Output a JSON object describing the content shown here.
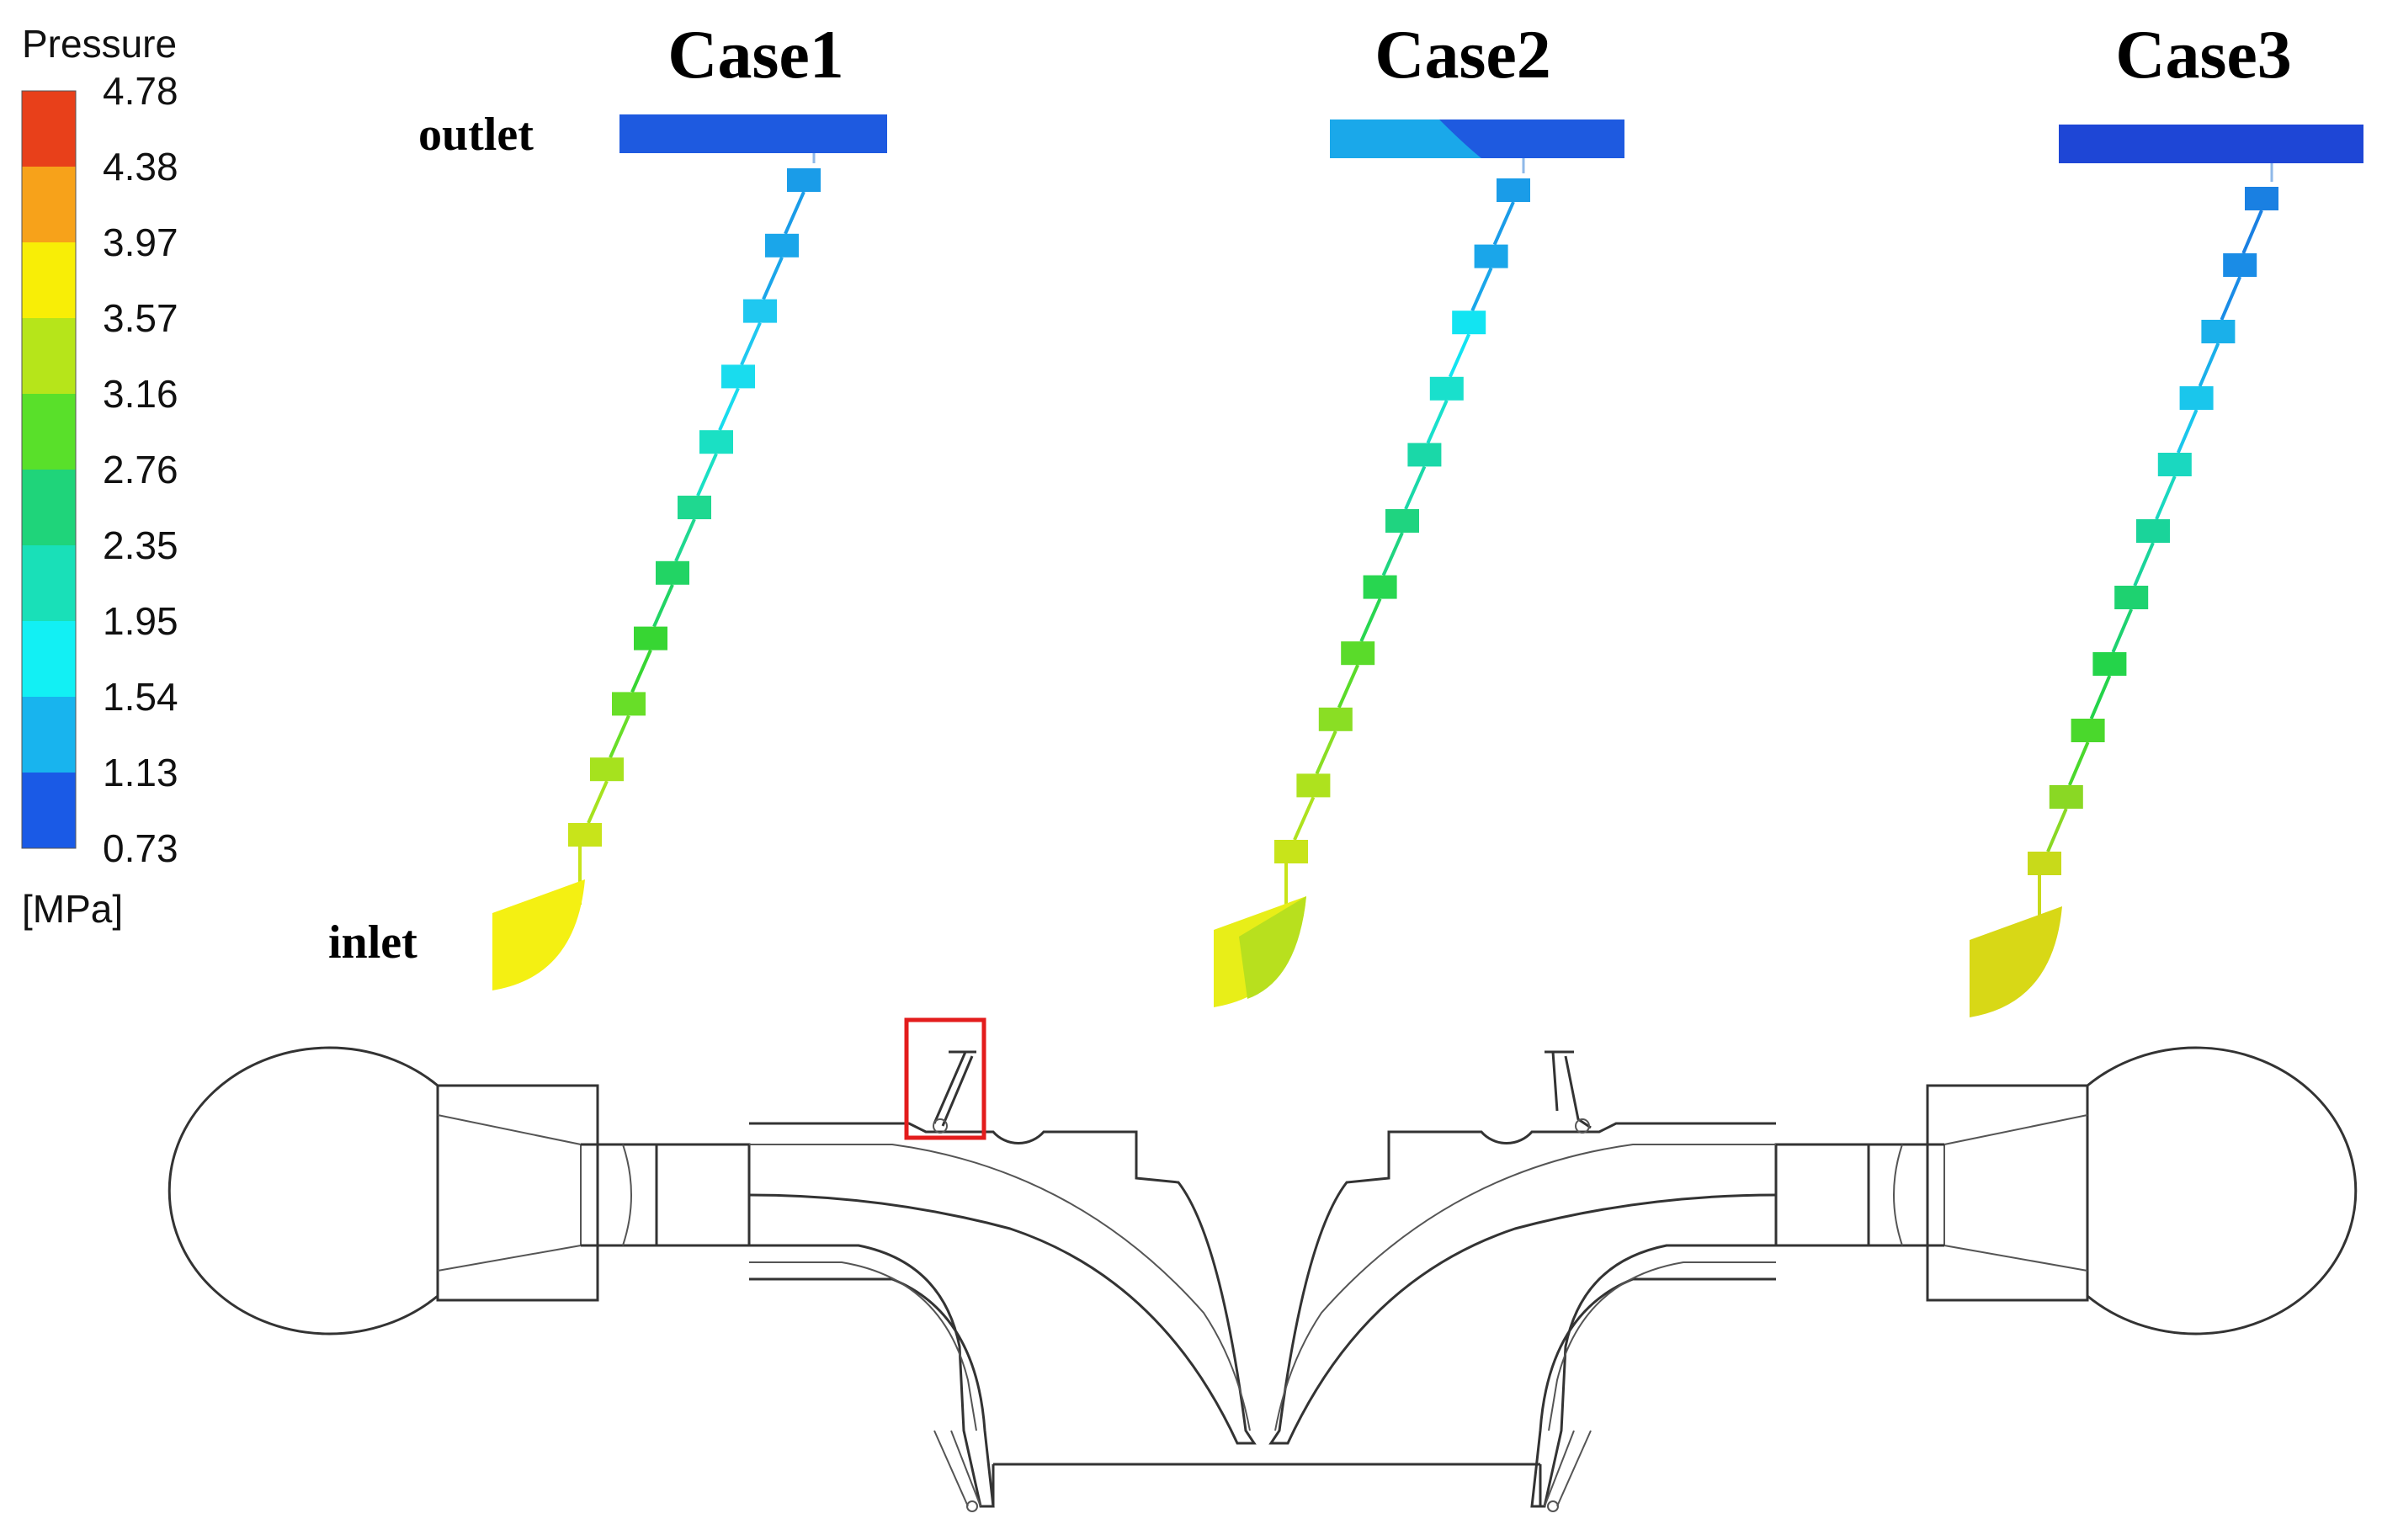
{
  "legend": {
    "title": "Pressure",
    "unit": "[MPa]",
    "ticks": [
      "4.78",
      "4.38",
      "3.97",
      "3.57",
      "3.16",
      "2.76",
      "2.35",
      "1.95",
      "1.54",
      "1.13",
      "0.73"
    ],
    "colors": [
      "#e8401a",
      "#f7a21a",
      "#f8ee06",
      "#b6e51a",
      "#59e02a",
      "#1fd47a",
      "#19e0b8",
      "#12f0f4",
      "#18b4ee",
      "#1a5ae6"
    ]
  },
  "cases": [
    {
      "title": "Case1",
      "outlet_color": "#1e5ae0",
      "inlet_color": "#f4f012",
      "stage_colors": [
        "#1a9ce8",
        "#1aa6ea",
        "#1fc8f0",
        "#19dcee",
        "#1ae0c4",
        "#1fd890",
        "#22d464",
        "#37d633",
        "#68de28",
        "#a6e21e",
        "#c8e41a"
      ]
    },
    {
      "title": "Case2",
      "outlet_color": "#1e5ae0",
      "outlet_highlight": "#1aa8ea",
      "inlet_color": "#e8ee18",
      "inlet_highlight": "#b8e01e",
      "stage_colors": [
        "#1a9ce8",
        "#1aa6ea",
        "#12e4f2",
        "#19e0cc",
        "#1ad8a8",
        "#1fd480",
        "#28d650",
        "#5adb2a",
        "#8ade24",
        "#aee21e",
        "#c8e41a"
      ]
    },
    {
      "title": "Case3",
      "outlet_color": "#1e46d6",
      "inlet_color": "#d8d816",
      "stage_colors": [
        "#1a80e2",
        "#1a8ce6",
        "#1ab0ea",
        "#1ac6ec",
        "#1ad8c0",
        "#1ad49a",
        "#1ed270",
        "#24d44a",
        "#4ad82c",
        "#8ad824",
        "#c8da1a"
      ]
    }
  ],
  "labels": {
    "outlet": "outlet",
    "inlet": "inlet"
  }
}
